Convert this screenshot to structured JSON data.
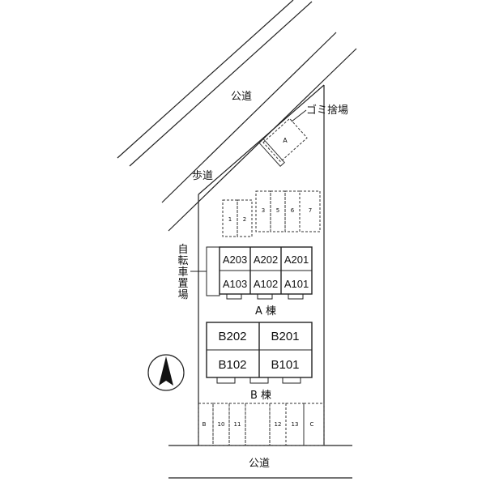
{
  "labels": {
    "road_top": "公道",
    "road_bottom": "公道",
    "sidewalk": "歩道",
    "garbage": "ゴミ捨場",
    "garbage_mark": "A",
    "bicycle_parking": [
      "自",
      "転",
      "車",
      "置",
      "場"
    ],
    "building_a": "A 棟",
    "building_b": "B 棟"
  },
  "building_a_units": [
    "A203",
    "A202",
    "A201",
    "A103",
    "A102",
    "A101"
  ],
  "building_b_units": [
    "B202",
    "B201",
    "B102",
    "B101"
  ],
  "parking_upper": [
    "1",
    "2",
    "3",
    "5",
    "6",
    "7"
  ],
  "parking_lower": [
    "B",
    "10",
    "11",
    "12",
    "13",
    "C"
  ],
  "compass_icon": "north-arrow-icon"
}
